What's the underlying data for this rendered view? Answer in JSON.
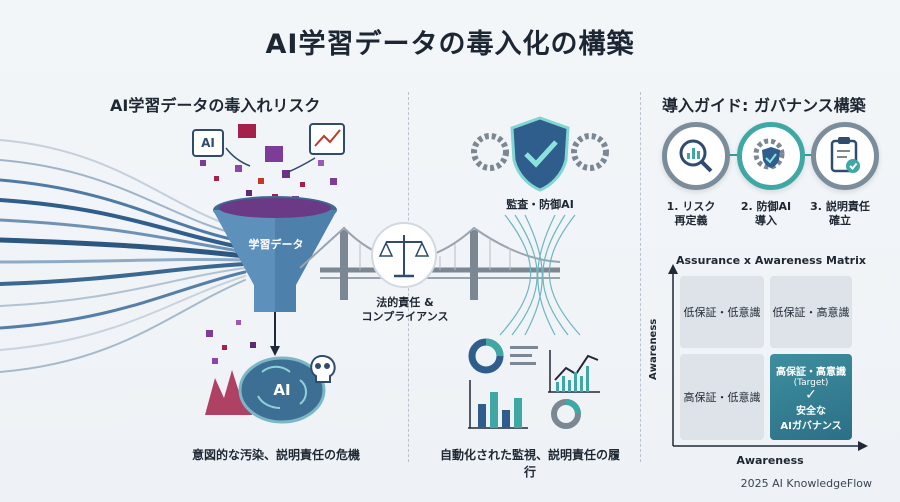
{
  "title": "AI学習データの毒入化の構築",
  "left": {
    "heading": "AI学習データの毒入れリスク",
    "funnel_label": "学習データ",
    "source_badge": "AI",
    "brain_label": "AI",
    "caption": "意図的な汚染、説明責任の危機"
  },
  "middle": {
    "scale_label_line1": "法的責任 &",
    "scale_label_line2": "コンプライアンス",
    "shield_label": "監査・防御AI",
    "caption": "自動化された監視、説明責任の履行"
  },
  "right": {
    "heading": "導入ガイド: ガバナンス構築",
    "steps": [
      {
        "line1": "1. リスク",
        "line2": "再定義"
      },
      {
        "line1": "2. 防御AI",
        "line2": "導入"
      },
      {
        "line1": "3. 説明責任",
        "line2": "確立"
      }
    ],
    "matrix": {
      "title": "Assurance x Awareness Matrix",
      "y_label": "Awareness",
      "x_label": "Awareness",
      "top_left": "低保証・低意識",
      "top_right": "低保証・高意識",
      "bottom_left": "高保証・低意識",
      "target_line1": "高保証・高意識",
      "target_line2": "(Target)",
      "target_line3": "安全な",
      "target_line4": "AIガバナンス"
    }
  },
  "footer": "2025 AI KnowledgeFlow",
  "colors": {
    "teal": "#3fa8a5",
    "navy": "#2f4b6e",
    "purple": "#7d3c98",
    "crimson": "#a3214a"
  }
}
